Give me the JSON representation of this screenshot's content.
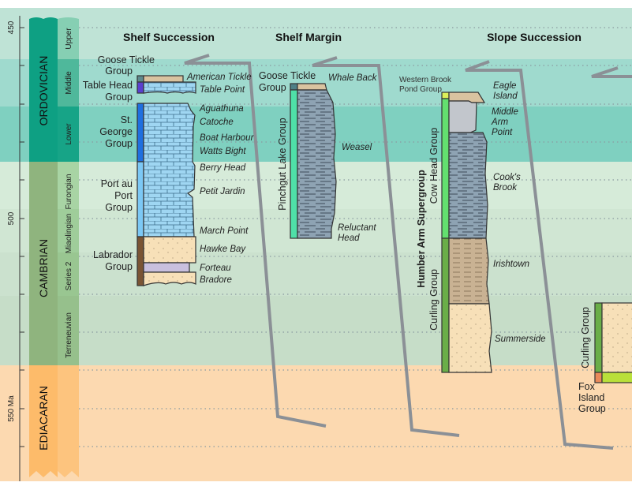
{
  "axis": {
    "ticks": [
      "450",
      "500",
      "550 Ma"
    ]
  },
  "periods": {
    "ordovician": "ORDOVICIAN",
    "cambrian": "CAMBRIAN",
    "ediacaran": "EDIACARAN"
  },
  "epochs": {
    "upper": "Upper",
    "middle": "Middle",
    "lower": "Lower",
    "furongian": "Furongian",
    "miaolingian": "Miaolingian",
    "series2": "Series 2",
    "terreneuvian": "Terreneuvian"
  },
  "columns": {
    "shelf": {
      "title": "Shelf Succession",
      "groups": {
        "goose1": "Goose Tickle",
        "goose2": "Group",
        "table1": "Table Head",
        "table2": "Group",
        "stg1": "St.",
        "stg2": "George",
        "stg3": "Group",
        "pap1": "Port au",
        "pap2": "Port",
        "pap3": "Group",
        "lab1": "Labrador",
        "lab2": "Group"
      },
      "formations": [
        "American Tickle",
        "Table Point",
        "Aguathuna",
        "Catoche",
        "Boat Harbour",
        "Watts Bight",
        "Berry Head",
        "Petit Jardin",
        "March Point",
        "Hawke Bay",
        "Forteau",
        "Bradore"
      ]
    },
    "margin": {
      "title": "Shelf Margin",
      "groups": {
        "goose1": "Goose Tickle",
        "goose2": "Group",
        "pinchgut": "Pinchgut Lake Group"
      },
      "formations": {
        "whale": "Whale Back",
        "weasel": "Weasel",
        "rel1": "Reluctant",
        "rel2": "Head"
      }
    },
    "slope": {
      "title": "Slope Succession",
      "groups": {
        "wb1": "Western Brook",
        "wb2": "Pond Group",
        "humber": "Humber Arm Supergroup",
        "cow": "Cow Head Group",
        "curling": "Curling Group"
      },
      "formations": {
        "eagle1": "Eagle",
        "eagle2": "Island",
        "ma1": "Middle",
        "ma2": "Arm",
        "ma3": "Point",
        "cb1": "Cook's",
        "cb2": "Brook",
        "irish": "Irishtown",
        "summer": "Summerside"
      }
    },
    "outer": {
      "groups": {
        "curling": "Curling Group",
        "fox1": "Fox",
        "fox2": "Island",
        "fox3": "Group"
      }
    }
  },
  "colors": {
    "ordovician": "#0ea083",
    "cambrian": "#8fb47e",
    "ediacaran": "#fdbb6a",
    "limestone": "#9fd6f2",
    "shale": "#8ea3b3",
    "sand": "#f7e0b8"
  }
}
